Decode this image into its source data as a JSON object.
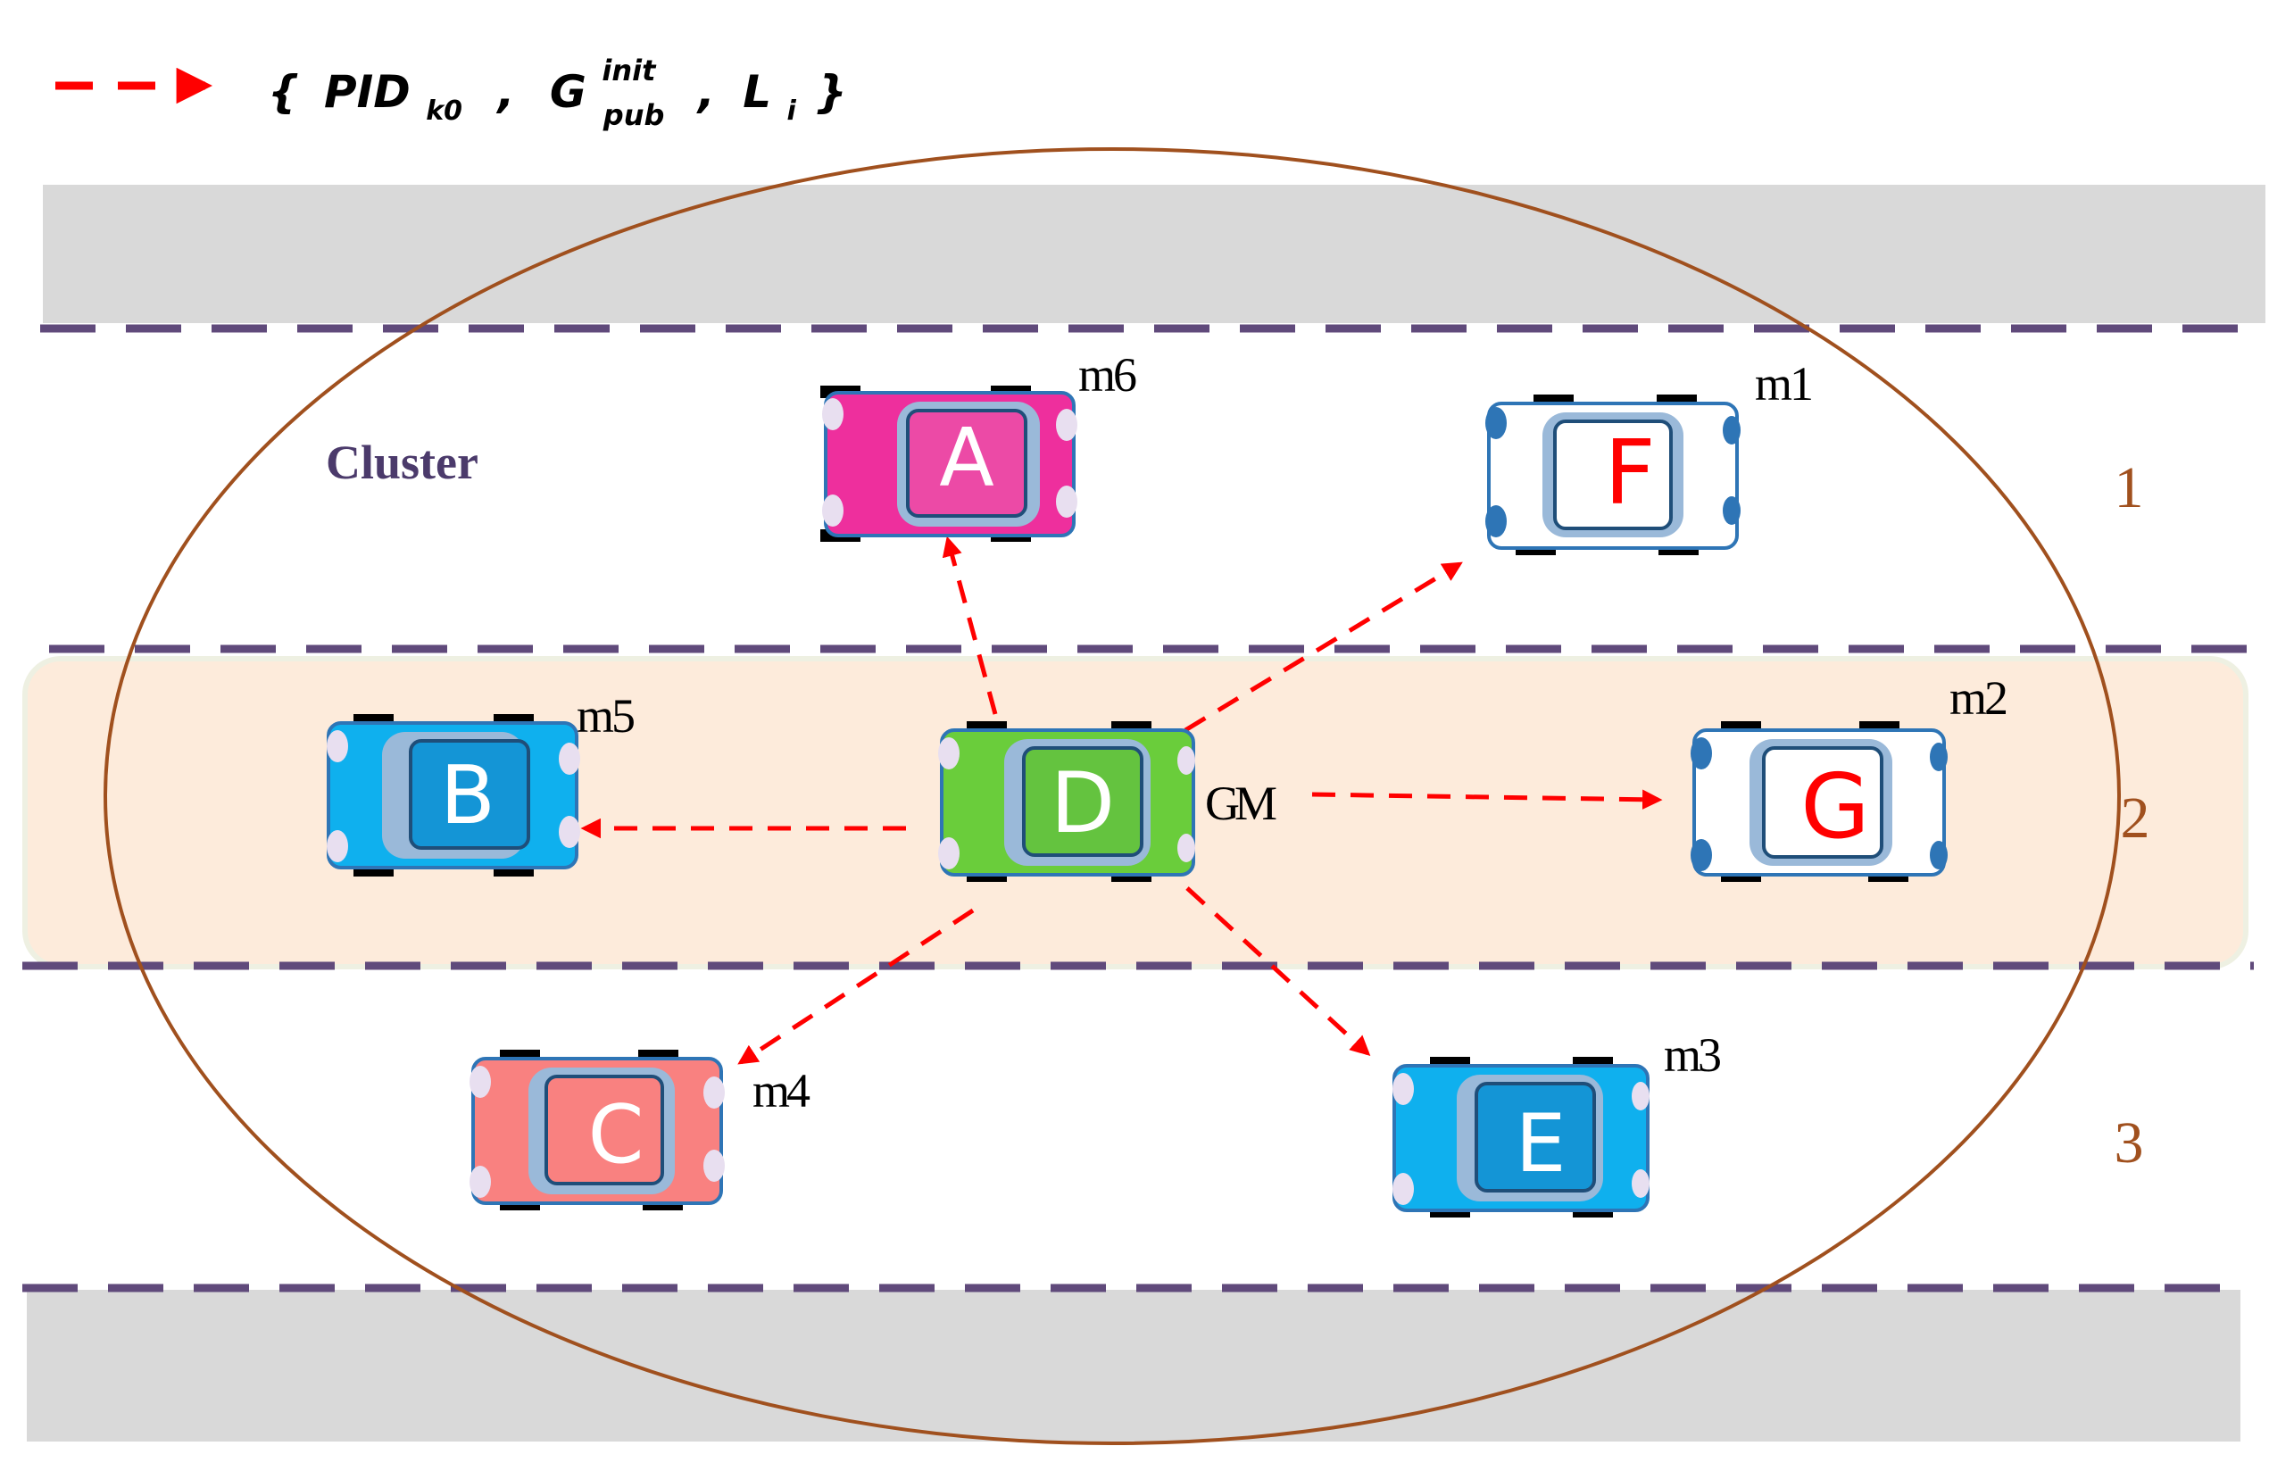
{
  "legend": {
    "brace_open": "{",
    "pid_main": "PID",
    "pid_sub": "k0",
    "sep1": ",",
    "g_main": "G",
    "g_sup": "init",
    "g_sub": "pub",
    "sep2": ",",
    "l_main": "L",
    "l_sub": "i",
    "brace_close": "}",
    "arrow_color": "#ff0000"
  },
  "cluster_label": "Cluster",
  "lanes": [
    "1",
    "2",
    "3"
  ],
  "gm_label": "GM",
  "vehicles": [
    {
      "id": "A",
      "label": "m6",
      "body": "#ee2f9d",
      "window": "#ec4aa6",
      "letter_color": "#ffffff"
    },
    {
      "id": "F",
      "label": "m1",
      "body": "#ffffff",
      "window": "#ffffff",
      "letter_color": "#ff0000"
    },
    {
      "id": "B",
      "label": "m5",
      "body": "#0fb0ee",
      "window": "#1495d6",
      "letter_color": "#ffffff"
    },
    {
      "id": "D",
      "label": "",
      "body": "#6acd3b",
      "window": "#64c33f",
      "letter_color": "#ffffff"
    },
    {
      "id": "G",
      "label": "m2",
      "body": "#ffffff",
      "window": "#ffffff",
      "letter_color": "#ff0000"
    },
    {
      "id": "C",
      "label": "m4",
      "body": "#f98180",
      "window": "#f98180",
      "letter_color": "#ffffff"
    },
    {
      "id": "E",
      "label": "m3",
      "body": "#0fb0ee",
      "window": "#1495d6",
      "letter_color": "#ffffff"
    }
  ],
  "colors": {
    "road": "#d9d9d9",
    "lane_dash": "#604a7b",
    "cluster_ellipse": "#a0501e",
    "lane_highlight": "#fdebdb",
    "lane_number": "#a0501e",
    "cluster_text": "#4b3a6b",
    "arrow": "#ff0000"
  }
}
